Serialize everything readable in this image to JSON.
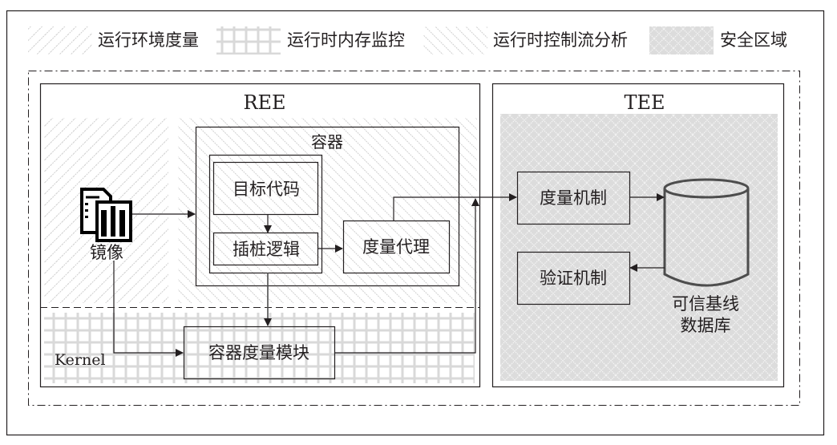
{
  "legend": [
    {
      "pattern": "forward-hatch",
      "label": "运行环境度量"
    },
    {
      "pattern": "grid",
      "label": "运行时内存监控"
    },
    {
      "pattern": "back-hatch",
      "label": "运行时控制流分析"
    },
    {
      "pattern": "diamond-crosshatch",
      "label": "安全区域"
    }
  ],
  "ree": {
    "title": "REE",
    "image_label": "镜像",
    "container": {
      "title": "容器",
      "target_code": "目标代码",
      "instrumentation": "插桩逻辑",
      "measure_agent": "度量代理"
    },
    "kernel_label": "Kernel",
    "container_measure_module": "容器度量模块"
  },
  "tee": {
    "title": "TEE",
    "measure_mechanism": "度量机制",
    "verify_mechanism": "验证机制",
    "database_line1": "可信基线",
    "database_line2": "数据库"
  },
  "colors": {
    "line": "#231f20",
    "pattern": "#d4d4d4",
    "secure_bg": "#dcdcdc",
    "cylinder": "#4d4d4d"
  }
}
